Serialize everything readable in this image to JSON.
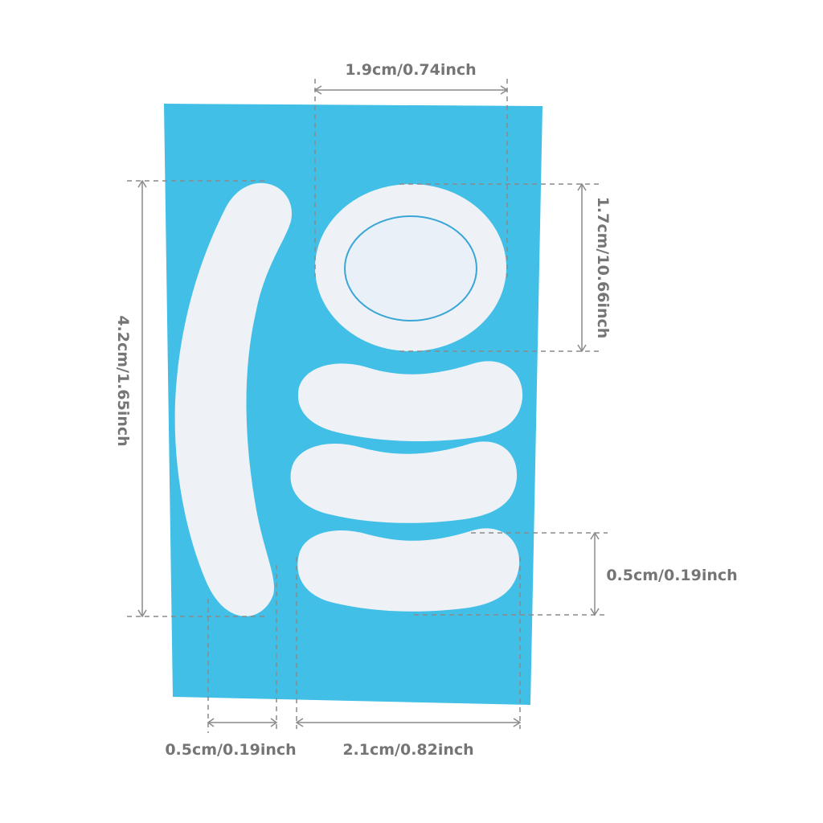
{
  "colors": {
    "sheet": "#41bfe6",
    "feet": "#eef2f7",
    "dim_line": "#8a8a8a",
    "dim_text": "#757575",
    "inner_ring": "#3aa6d6"
  },
  "dimensions": {
    "circle_width": "1.9cm/0.74inch",
    "circle_height": "1.7cm/10.66inch",
    "arc_length": "4.2cm/1.65inch",
    "arc_width": "0.5cm/0.19inch",
    "strip_width": "2.1cm/0.82inch",
    "strip_height": "0.5cm/0.19inch"
  }
}
